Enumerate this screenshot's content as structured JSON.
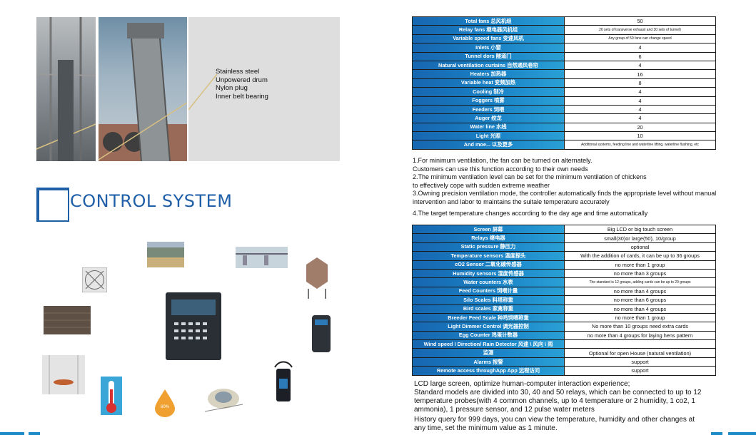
{
  "callout": {
    "lines": [
      "Stainless steel",
      "Unpowered drum",
      "Nylon plug",
      "Inner belt bearing"
    ]
  },
  "heading": "CONTROL SYSTEM",
  "thermo_label": "",
  "drop_label": "60%",
  "table1": [
    {
      "label": "Total fans 总风机组",
      "value": "50",
      "small": false
    },
    {
      "label": "Relay fans 继电器风机组",
      "value": "20 sets of transverse exhaust and 30 sets of tunnel)",
      "small": true
    },
    {
      "label": "Variable speed fans 变速风机",
      "value": "Any group of 50 fans can change speed",
      "small": true
    },
    {
      "label": "Inlets 小窗",
      "value": "4",
      "small": false
    },
    {
      "label": "Tunnel dors 隧道门",
      "value": "6",
      "small": false
    },
    {
      "label": "Natural ventilation curtains 自然通风卷帘",
      "value": "4",
      "small": false
    },
    {
      "label": "Heaters 加热器",
      "value": "16",
      "small": false
    },
    {
      "label": "Variable heat 变频加热",
      "value": "8",
      "small": false
    },
    {
      "label": "Cooling 制冷",
      "value": "4",
      "small": false
    },
    {
      "label": "Foggers 喷雾",
      "value": "4",
      "small": false
    },
    {
      "label": "Feeders 饲喂",
      "value": "4",
      "small": false
    },
    {
      "label": "Auger 绞龙",
      "value": "4",
      "small": false
    },
    {
      "label": "Water line 水线",
      "value": "20",
      "small": false
    },
    {
      "label": "Light 光照",
      "value": "10",
      "small": false
    },
    {
      "label": "And moe... 以及更多",
      "value": "Additional systems, feeding line and waterline lifting, waterline flushing, etc",
      "small": true
    }
  ],
  "para1": [
    "1.For minimum ventilation, the fan can be turned on alternately.",
    " Customers can use this function according to their own needs",
    "2.The minimum ventilation level can be set for the minimum ventilation of chickens",
    "to  effectively cope with sudden extreme weather",
    "3.Owning precision ventilation mode, the controller automatically finds the appropriate level without manual",
    "intervention and labor to maintains the suitale temperature accurately",
    " 4.The target temperature changes according to the day age and time automatically"
  ],
  "table2": [
    {
      "label": "Screen 屏幕",
      "value": "Big LCD or big touch screen",
      "small": false
    },
    {
      "label": "Relays 继电器",
      "value": "small(30)or large(50), 10/group",
      "small": false
    },
    {
      "label": "Static pressure 静压力",
      "value": "optional",
      "small": false
    },
    {
      "label": "Temperature sensors 温度探头",
      "value": "With the addition of cards, it can be up to 36 groups",
      "small": false
    },
    {
      "label": "cO2 Sensor 二氧化碳传感器",
      "value": "no more than 1 group",
      "small": false
    },
    {
      "label": "Humidity sensors 湿度传感器",
      "value": "no more than 3 groups",
      "small": false
    },
    {
      "label": "Water counters 水表",
      "value": "The standard is 12 groups, adding cards can be up to 20 groups",
      "small": true
    },
    {
      "label": "Feed Counters 饲喂计量",
      "value": "no more than 4 groups",
      "small": false
    },
    {
      "label": "Silo Scales 料塔称重",
      "value": "no more than 6 groups",
      "small": false
    },
    {
      "label": "Bird scales 家禽称重",
      "value": "no more than 4 groups",
      "small": false
    },
    {
      "label": "Breeder Feed Scale 种鸡饲喂称重",
      "value": "no more than 1 group",
      "small": false
    },
    {
      "label": "Light Dimmer Control 调光器控制",
      "value": "No more than 10 groups need extra cards",
      "small": false
    },
    {
      "label": "Egg Counter 鸡蛋计数器",
      "value": "no more than 4 groups for laying hens pattern",
      "small": false
    },
    {
      "label": "Wind speed I Direction/ Rain Detector 风速 \\ 风向 \\ 雨",
      "value": "",
      "small": false
    },
    {
      "label": "监测",
      "value": "Optional for open House (natural ventilation)",
      "small": false
    },
    {
      "label": "Alarms 报警",
      "value": "support",
      "small": false
    },
    {
      "label": "Remote access throughApp App 远程访问",
      "value": "support",
      "small": false
    }
  ],
  "bottom": [
    "LCD large screen, optimize human-computer interaction experience;",
    "Standard models are divided into 30, 40 and 50 relays, which can be connected to up to 12",
    "temperature probes(with 4 common channels, up to 4 temperature or 2 humidity, 1 co2, 1",
    "ammonia), 1 pressure sensor, and 12 pulse water meters",
    "History query for 999 days, you can view the temperature, humidity and other changes at",
    "any time, set the minimum value as 1 minute."
  ],
  "colors": {
    "accent": "#1f5fa8",
    "table_header": "#1c86c8"
  }
}
